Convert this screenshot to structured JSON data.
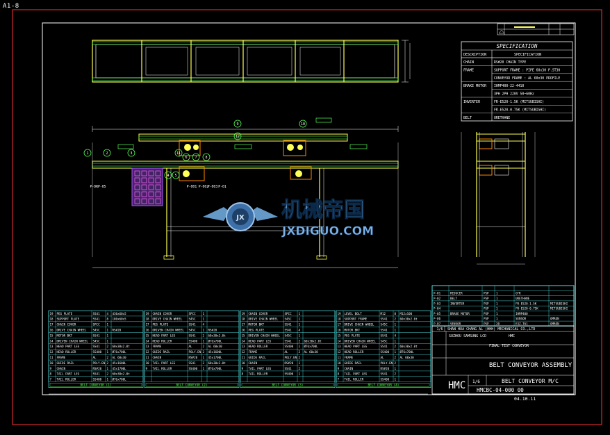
{
  "sheet_tab": "A1-8",
  "specification": {
    "title": "SPECIFICATION",
    "header": [
      "DESCRIPTION",
      "SPECIFICATION"
    ],
    "rows": [
      [
        "CHAIN",
        "RS#20 CHAIN TYPE"
      ],
      [
        "FRAME",
        "SUPPORT FRAME : PIPE 60x30 P.ST30"
      ],
      [
        "",
        "CONVEYOR FRAME : AL 60x30 PROFILE"
      ],
      [
        "BRAKE MOTOR",
        "IHMP400-22-4410"
      ],
      [
        "",
        "3PH 2PH 220V 50~60Hz"
      ],
      [
        "INVERTER",
        "FR-E520-1.5K (MITSUBISHI)"
      ],
      [
        "",
        "FR-E520-0.75K (MITSUBISHI)"
      ],
      [
        "BELT",
        "URETHANE"
      ]
    ]
  },
  "balloons": [
    "1",
    "2",
    "3",
    "4",
    "5",
    "6",
    "7",
    "8",
    "9",
    "10",
    "11",
    "12"
  ],
  "callouts": [
    "P-DRP-05",
    "P-001",
    "P-002",
    "P-003",
    "P-01"
  ],
  "watermark": {
    "cn": "机械帝国",
    "en": "JXDIGUO.COM"
  },
  "bom_tables": [
    {
      "rows": [
        [
          "19",
          "PEG PLATE",
          "SS41",
          "4",
          "430x60x5"
        ],
        [
          "18",
          "SUPPORT PLATE",
          "SS41",
          "8",
          "180x60x5"
        ],
        [
          "17",
          "CHAIN COVER",
          "SPCC",
          "1",
          ""
        ],
        [
          "16",
          "DRIVE CHAIN WHEEL",
          "S45C",
          "1",
          "RS#20"
        ],
        [
          "15",
          "MOTOR BKT",
          "SS41",
          "1",
          ""
        ],
        [
          "14",
          "DRIVEN CHAIN WHEEL",
          "S45C",
          "1",
          ""
        ],
        [
          "13",
          "HEAD PART LEG",
          "SS41",
          "2",
          "60x30x2.0t"
        ],
        [
          "12",
          "HEAD ROLLER",
          "SS400",
          "1",
          "Ø76x700L"
        ],
        [
          "11",
          "FRAME",
          "AL",
          "2",
          "AL 60x30"
        ],
        [
          "10",
          "GUIDE RAIL",
          "POLY.EN",
          "2",
          "45x1600L"
        ],
        [
          "9",
          "CHAIN",
          "RS#20",
          "1",
          "45x1700L"
        ],
        [
          "8",
          "TAIL PART LEG",
          "SS41",
          "2",
          "60x30x2.0t"
        ],
        [
          "7",
          "TAIL ROLLER",
          "SS400",
          "1",
          "Ø76x700L"
        ]
      ],
      "footer": "BELT CONVEYOR (1)"
    },
    {
      "rows": [
        [
          "19",
          "CHAIN COVER",
          "SPCC",
          "1",
          ""
        ],
        [
          "18",
          "DRIVE CHAIN WHEEL",
          "S45C",
          "1",
          ""
        ],
        [
          "17",
          "PEG PLATE",
          "SS41",
          "4",
          ""
        ],
        [
          "16",
          "DRIVEN CHAIN WHEEL",
          "S45C",
          "1",
          "RS#20"
        ],
        [
          "15",
          "HEAD PART LEG",
          "SS41",
          "2",
          "60x30x2.0t"
        ],
        [
          "14",
          "HEAD ROLLER",
          "SS400",
          "1",
          "Ø76x700L"
        ],
        [
          "13",
          "FRAME",
          "AL",
          "2",
          "AL 60x30"
        ],
        [
          "12",
          "GUIDE RAIL",
          "POLY.EN",
          "2",
          "45x1600L"
        ],
        [
          "11",
          "CHAIN",
          "RS#20",
          "1",
          "45x1700L"
        ],
        [
          "10",
          "TAIL PART LEG",
          "SS41",
          "2",
          "60x30x2.0t"
        ],
        [
          "9",
          "TAIL ROLLER",
          "SS400",
          "1",
          "Ø76x700L"
        ]
      ],
      "footer": "BELT CONVEYOR (2)"
    },
    {
      "rows": [
        [
          "19",
          "CHAIN COVER",
          "SPCC",
          "1",
          ""
        ],
        [
          "18",
          "DRIVE CHAIN WHEEL",
          "S45C",
          "1",
          ""
        ],
        [
          "17",
          "MOTOR BKT",
          "SS41",
          "1",
          ""
        ],
        [
          "16",
          "PEG PLATE",
          "SS41",
          "4",
          ""
        ],
        [
          "15",
          "DRIVEN CHAIN WHEEL",
          "S45C",
          "1",
          ""
        ],
        [
          "14",
          "HEAD PART LEG",
          "SS41",
          "2",
          "60x30x2.0t"
        ],
        [
          "13",
          "HEAD ROLLER",
          "SS400",
          "1",
          "Ø76x700L"
        ],
        [
          "12",
          "FRAME",
          "AL",
          "2",
          "AL 60x30"
        ],
        [
          "11",
          "GUIDE RAIL",
          "POLY.EN",
          "2",
          ""
        ],
        [
          "10",
          "CHAIN",
          "RS#20",
          "1",
          ""
        ],
        [
          "9",
          "TAIL PART LEG",
          "SS41",
          "2",
          ""
        ],
        [
          "8",
          "TAIL ROLLER",
          "SS400",
          "1",
          ""
        ]
      ],
      "footer": "BELT CONVEYOR (3)"
    },
    {
      "rows": [
        [
          "19",
          "LEVEL BOLT",
          "M12",
          "8",
          "M12x100"
        ],
        [
          "18",
          "SUPPORT FRAME",
          "SS41",
          "2",
          "60x30x2.0t"
        ],
        [
          "17",
          "DRIVE CHAIN WHEEL",
          "S45C",
          "1",
          ""
        ],
        [
          "16",
          "MOTOR BKT",
          "SS41",
          "1",
          ""
        ],
        [
          "15",
          "PEG PLATE",
          "SS41",
          "4",
          ""
        ],
        [
          "14",
          "DRIVEN CHAIN WHEEL",
          "S45C",
          "1",
          ""
        ],
        [
          "13",
          "HEAD PART LEG",
          "SS41",
          "2",
          "60x30x2.0t"
        ],
        [
          "12",
          "HEAD ROLLER",
          "SS400",
          "1",
          "Ø76x700L"
        ],
        [
          "11",
          "FRAME",
          "AL",
          "2",
          "AL 60x30"
        ],
        [
          "10",
          "GUIDE RAIL",
          "POLY.EN",
          "2",
          ""
        ],
        [
          "9",
          "CHAIN",
          "RS#20",
          "1",
          ""
        ],
        [
          "8",
          "TAIL PART LEG",
          "SS41",
          "2",
          ""
        ],
        [
          "7",
          "TAIL ROLLER",
          "SS400",
          "1",
          ""
        ]
      ],
      "footer": "BELT CONVEYOR (4)"
    }
  ],
  "purchase_list": [
    [
      "P-01",
      "REDUCER",
      "PSP",
      "1",
      "GTR",
      "",
      "",
      ""
    ],
    [
      "P-02",
      "BELT",
      "PSP",
      "1",
      "URETHANE",
      "",
      "FLAT"
    ],
    [
      "P-03",
      "INVERTER",
      "PSP",
      "1",
      "FR-E520-1.5K",
      "MITSUBISHI"
    ],
    [
      "P-04",
      "",
      "PSP",
      "1",
      "FR-E520-0.75K",
      "MITSUBISHI"
    ],
    [
      "P-05",
      "BRAKE MOTOR",
      "PSP",
      "1",
      "IHMP400",
      "",
      ""
    ],
    [
      "P-06",
      "",
      "PSP",
      "1",
      "SENSOR",
      "OMRON"
    ],
    [
      "P-07",
      "SENSOR",
      "PSP",
      "20",
      "E3Z-T61",
      "OMRON"
    ]
  ],
  "title_block": {
    "company_line": "SHAN HUA CHANG AL (HHH) MECHANICAL CO.,LTD",
    "customer": "SUZHOU SAMSUNG LCD",
    "project": "HMC",
    "line": "FINAL TEST CONVEYOR",
    "title": "BELT CONVEYOR ASSEMBLY",
    "logo": "HMC",
    "sheet": "1/6",
    "subtitle": "BELT CONVEYOR M/C",
    "dwg_no": "HMCBC-04-000 00",
    "date": "04.10.11"
  }
}
